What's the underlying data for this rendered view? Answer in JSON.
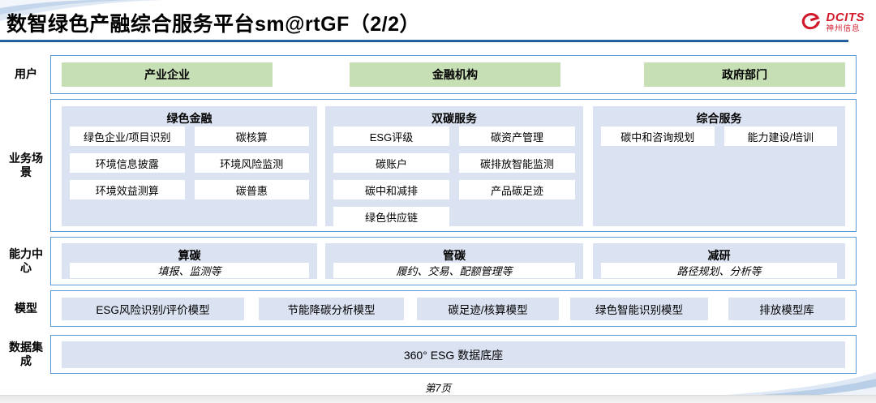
{
  "header": {
    "title": "数智绿色产融综合服务平台sm@rtGF（2/2）",
    "logo": {
      "brand": "DCITS",
      "subtitle": "神州信息",
      "red": "#d31a2b"
    }
  },
  "rows": {
    "users": {
      "label": "用户",
      "items": [
        "产业企业",
        "金融机构",
        "政府部门"
      ]
    },
    "scenarios": {
      "label": "业务场景",
      "groups": [
        {
          "title": "绿色金融",
          "items": [
            "绿色企业/项目识别",
            "碳核算",
            "环境信息披露",
            "环境风险监测",
            "环境效益测算",
            "碳普惠"
          ]
        },
        {
          "title": "双碳服务",
          "items": [
            "ESG评级",
            "碳资产管理",
            "碳账户",
            "碳排放智能监测",
            "碳中和减排",
            "产品碳足迹",
            "绿色供应链"
          ]
        },
        {
          "title": "综合服务",
          "items": [
            "碳中和咨询规划",
            "能力建设/培训"
          ]
        }
      ]
    },
    "capabilities": {
      "label": "能力中心",
      "groups": [
        {
          "title": "算碳",
          "desc": "填报、监测等"
        },
        {
          "title": "管碳",
          "desc": "履约、交易、配额管理等"
        },
        {
          "title": "减研",
          "desc": "路径规划、分析等"
        }
      ]
    },
    "models": {
      "label": "模型",
      "items": [
        "ESG风险识别/评价模型",
        "节能降碳分析模型",
        "碳足迹/核算模型",
        "绿色智能识别模型",
        "排放模型库"
      ]
    },
    "data_integration": {
      "label": "数据集成",
      "item": "360° ESG 数据底座"
    }
  },
  "footer": {
    "page": "第7页"
  },
  "colors": {
    "border_blue": "#5b9bd5",
    "panel_blue": "#dbe3f2",
    "user_green": "#c6dfb5",
    "title_underline": "#17568c"
  }
}
